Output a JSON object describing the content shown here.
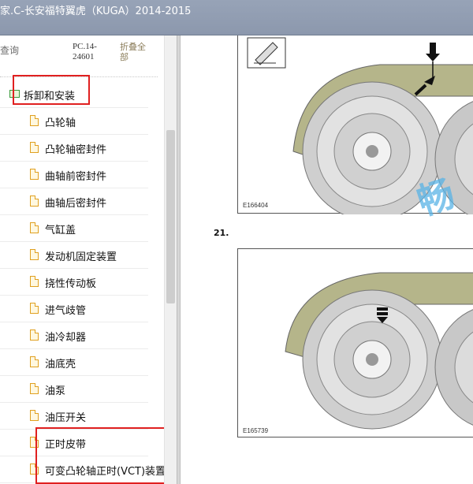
{
  "window": {
    "title": "家.C-长安福特翼虎（KUGA）2014-2015",
    "title_suffix": "."
  },
  "toc_header": {
    "query_label": "查询",
    "code": "PC.14-24601",
    "fold_all": "折叠全部"
  },
  "tree": {
    "folder": "拆卸和安装",
    "items": [
      "凸轮轴",
      "凸轮轴密封件",
      "曲轴前密封件",
      "曲轴后密封件",
      "气缸盖",
      "发动机固定装置",
      "挠性传动板",
      "进气歧管",
      "油冷却器",
      "油底壳",
      "油泵",
      "油压开关",
      "正时皮带",
      "可变凸轮轴正时(VCT)装置"
    ]
  },
  "content": {
    "figure1_code": "E166404",
    "step_number": "21.",
    "figure2_code": "E165739",
    "watermark": "畅"
  }
}
